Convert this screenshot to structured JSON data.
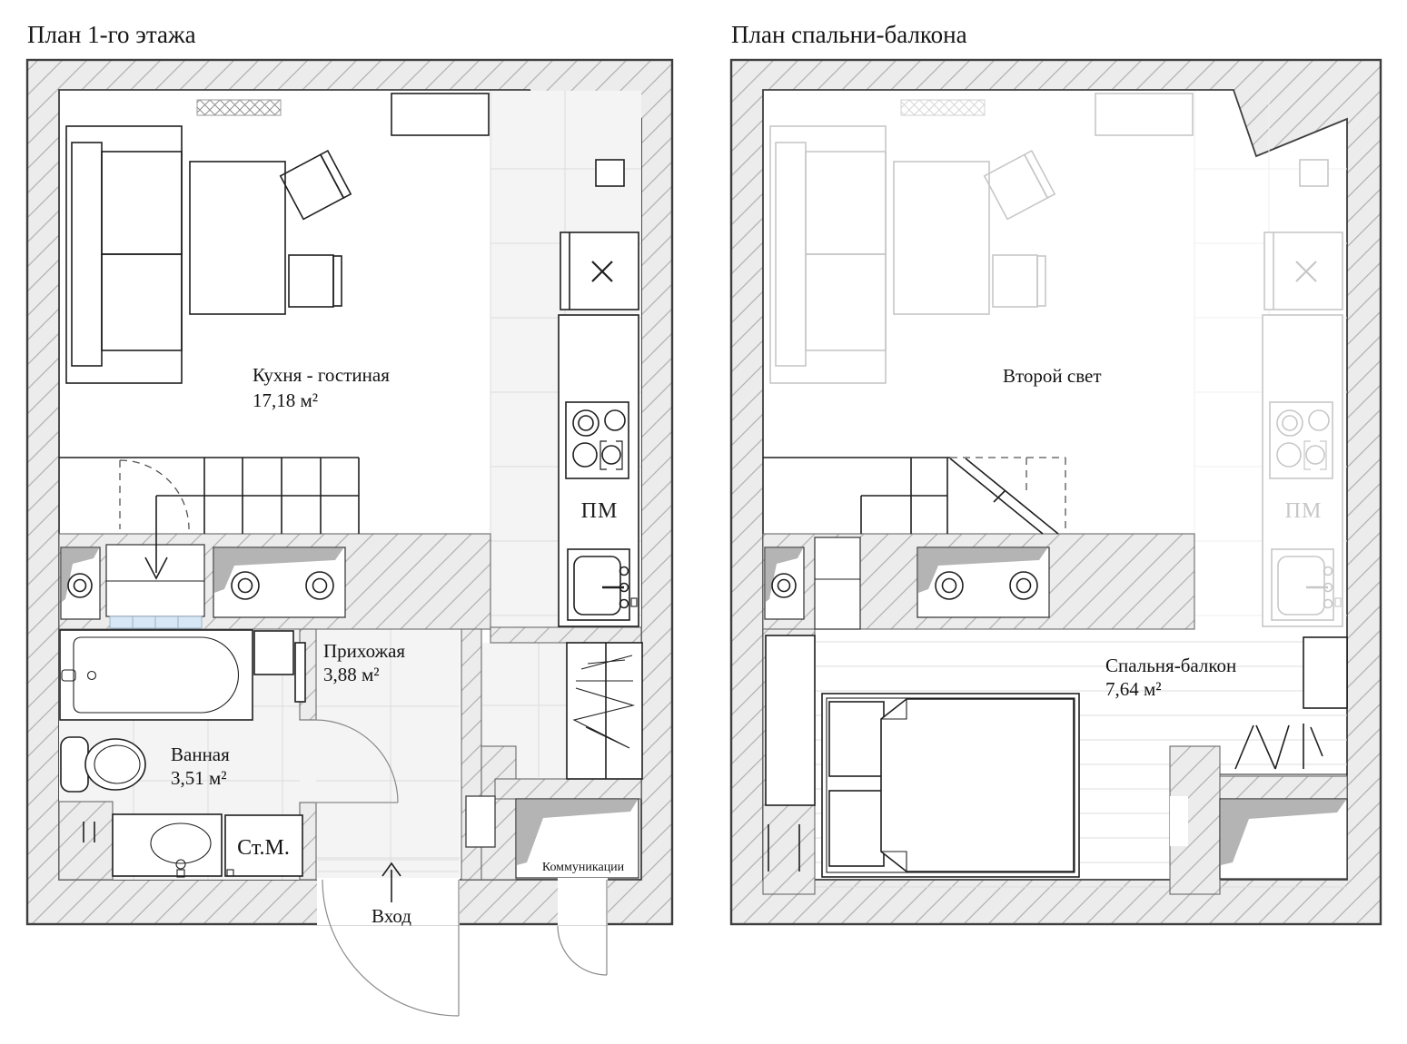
{
  "document": {
    "background": "#ffffff"
  },
  "colors": {
    "wall_fill": "#ececec",
    "wall_hatch": "#b3b3b3",
    "ink": "#1f1f1f",
    "faded_ink": "#c7c7c7",
    "tile_floor": "#f4f4f4",
    "glass_block": "#d7e7f5",
    "niche_shade": "#b4b4b4"
  },
  "plans": {
    "floor1": {
      "title": "План 1-го этажа",
      "rooms": {
        "kitchen_living": {
          "name": "Кухня - гостиная",
          "area": "17,18 м²"
        },
        "hallway": {
          "name": "Прихожая",
          "area": "3,88 м²"
        },
        "bathroom": {
          "name": "Ванная",
          "area": "3,51 м²"
        }
      },
      "labels": {
        "washing_machine": "Ст.М.",
        "entrance": "Вход",
        "communications": "Коммуникации"
      }
    },
    "bedroom": {
      "title": "План спальни-балкона",
      "rooms": {
        "second_light": {
          "name": "Второй свет"
        },
        "bedroom_balcony": {
          "name": "Спальня-балкон",
          "area": "7,64 м²"
        }
      }
    },
    "shared": {
      "dishwasher": "ПМ"
    }
  }
}
